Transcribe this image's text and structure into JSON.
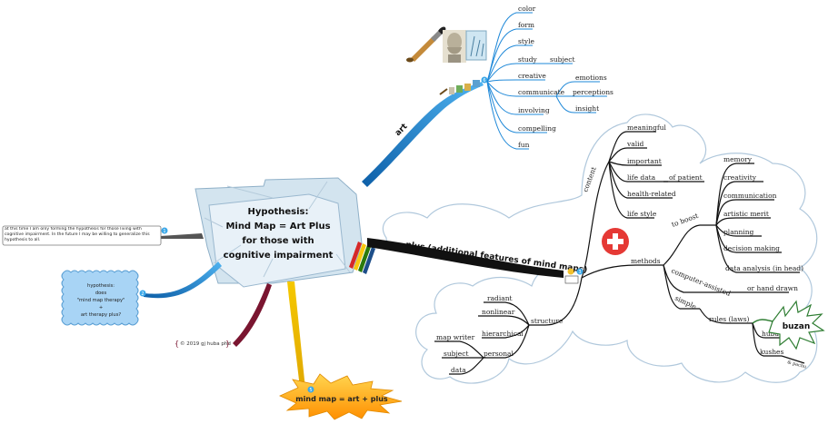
{
  "central": {
    "line1": "Hypothesis:",
    "line2": "Mind Map = Art Plus",
    "line3": "for those with",
    "line4": "cognitive impairment"
  },
  "art_branch": {
    "label": "art",
    "badge": "6",
    "children": [
      "color",
      "form",
      "style",
      "study",
      "creative",
      "communicate",
      "involving",
      "compelling",
      "fun"
    ],
    "study_sub": "subject",
    "communicate_subs": [
      "emotions",
      "perceptions",
      "insight"
    ]
  },
  "plus_branch": {
    "label": "plus (additional features of mind maps)",
    "badge": "3",
    "content": {
      "label": "content",
      "children": [
        "meaningful",
        "valid",
        "important",
        "life data",
        "health-related",
        "life style"
      ],
      "life_data_sub": "of patient"
    },
    "methods": {
      "label": "methods",
      "to_boost": {
        "label": "to boost",
        "children": [
          "memory",
          "creativity",
          "communication",
          "artistic merit",
          "planning",
          "decision making",
          "data analysis (in head)"
        ]
      },
      "computer_assisted": "computer-assisted",
      "hand_drawn": "or hand drawn",
      "simple": "simple",
      "rules": "rules (laws)",
      "rules_children": [
        "buzan",
        "huba",
        "kushes"
      ],
      "kushes_sub": "& pachu"
    },
    "structure": {
      "label": "structure",
      "children": [
        "radiant",
        "nonlinear",
        "hierarchical",
        "personal"
      ],
      "personal_children": [
        "map writer",
        "subject",
        "data"
      ]
    }
  },
  "note_box": {
    "text": "at this time I am only forming the hypothesis for those living with cognitive impairment. In the future I may be willing to generalize this hypothesis to all.",
    "badge": "1"
  },
  "bubble": {
    "lines": [
      "hypothesis:",
      "does",
      "\"mind map therapy\"",
      "+",
      "art therapy plus?"
    ],
    "badge": "2"
  },
  "copyright": "© 2019 gj huba phd",
  "starburst": {
    "text": "mind map = art + plus",
    "badge": "5"
  },
  "colors": {
    "art": "#1e88d8",
    "plus": "#111111",
    "starburst": "#ffa000",
    "plus_circle": "#e53935",
    "buzan_star": "#2e7d32",
    "bubble_fill": "#a8d4f5",
    "cloud_stroke": "#b0c8dc",
    "copyright_branch": "#7a1530",
    "note_branch": "#555555",
    "badge": "#3aa7e8"
  },
  "icons": [
    "paintbrush-icon",
    "aristotle-bust-icon",
    "painting-icon",
    "plus-circle-icon",
    "pencils-icon"
  ]
}
